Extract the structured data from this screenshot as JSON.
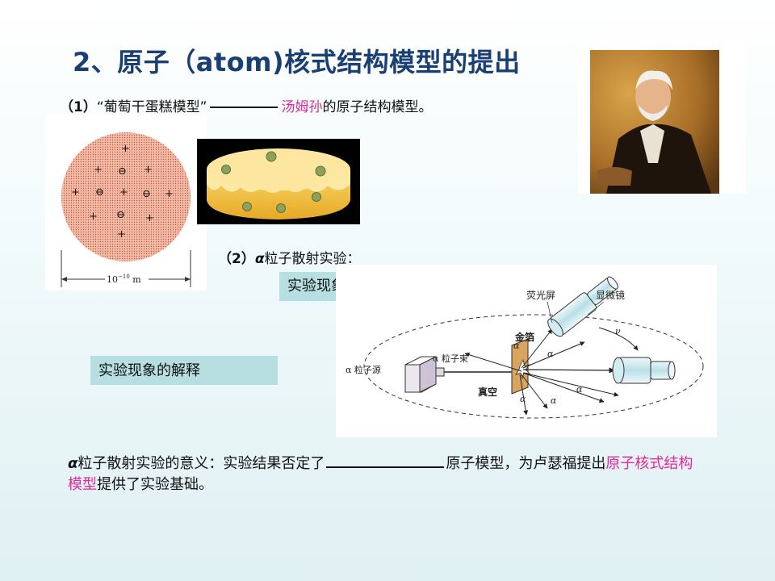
{
  "title": "2、原子（atom)核式结构模型的提出",
  "section1": {
    "number": "（1）",
    "model_name": "“葡萄干蛋糕模型”",
    "scientist": "汤姆孙",
    "suffix": "的原子结构模型。"
  },
  "plum_diagram": {
    "positive": "+",
    "electron": "⊖",
    "scale_prefix": "10",
    "scale_exp": "−10",
    "scale_unit": " m"
  },
  "section2": {
    "number": "（2）",
    "alpha": "α",
    "text": "粒子散射实验："
  },
  "buttons": {
    "phenomenon": "实验现象",
    "explanation": "实验现象的解释"
  },
  "experiment": {
    "screen": "荧光屏",
    "microscope": "显微镜",
    "foil": "金箔",
    "beam": "α 粒子束",
    "source": "α 粒子源",
    "vacuum": "真空",
    "alpha_symbol": "α",
    "nu_symbol": "ν"
  },
  "significance": {
    "alpha": "α",
    "part1": "粒子散射实验的意义：实验结果否定了",
    "part2": "原子模型，为卢瑟福提出",
    "highlight": "原子核式结构模型",
    "part3": "提供了实验基础。"
  },
  "colors": {
    "title": "#1a3f73",
    "highlight": "#e0289a",
    "button_bg": "#b7dfe2",
    "plum_fill": "#f2a890",
    "cake": "#f6cf5a"
  }
}
